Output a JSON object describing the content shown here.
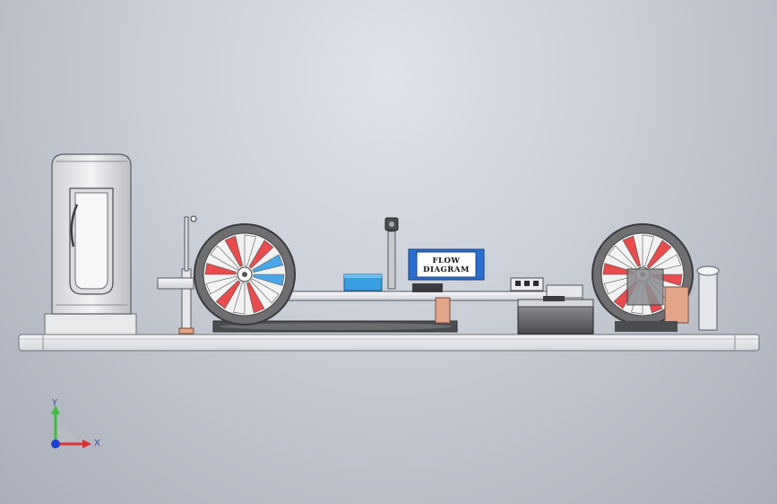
{
  "viewport": {
    "background_top": "#dfe3ea",
    "background_bottom": "#a9aeb8"
  },
  "model": {
    "flow_panel": {
      "line1": "FLOW",
      "line2": "DIAGRAM",
      "frame_color": "#2a6fd0"
    },
    "wheel_colors": {
      "tire": "#6f6f72",
      "spoke_red": "#e84c4c",
      "spoke_white": "#f4f4f4",
      "spoke_blue": "#4aa8e8"
    },
    "accent_colors": {
      "blue_part": "#3a9fe0",
      "copper_part": "#e3a58a",
      "base_plate": "#e9ebee"
    }
  },
  "triad": {
    "y_label": "Y",
    "x_label": "X",
    "y_color": "#3fbf3f",
    "x_color": "#e03030",
    "z_color": "#2040d0",
    "icon": "coordinate-triad-icon"
  }
}
